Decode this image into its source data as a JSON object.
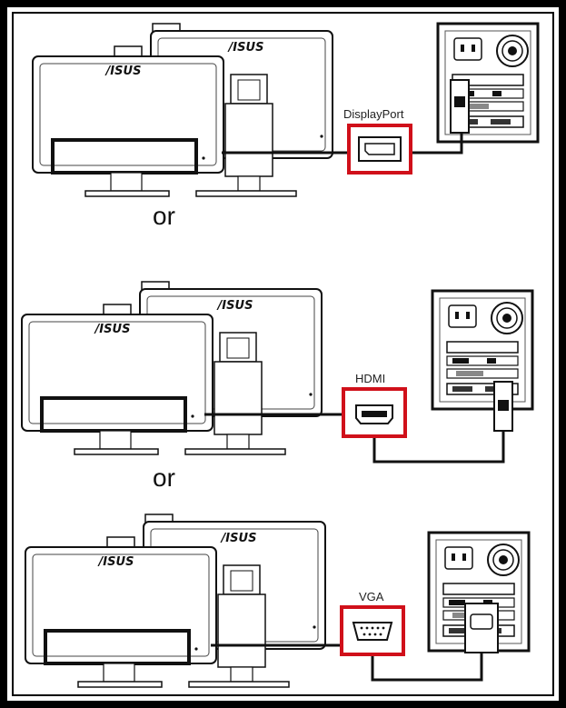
{
  "brand": "ASUS",
  "connections": [
    {
      "label": "DisplayPort",
      "highlight_color": "#d0101a"
    },
    {
      "label": "HDMI",
      "highlight_color": "#d0101a"
    },
    {
      "label": "VGA",
      "highlight_color": "#d0101a"
    }
  ],
  "separators": [
    "or",
    "or"
  ],
  "icons": [
    "monitor-icon",
    "pc-back-panel-icon",
    "displayport-port-icon",
    "hdmi-port-icon",
    "vga-port-icon",
    "cable-icon"
  ]
}
